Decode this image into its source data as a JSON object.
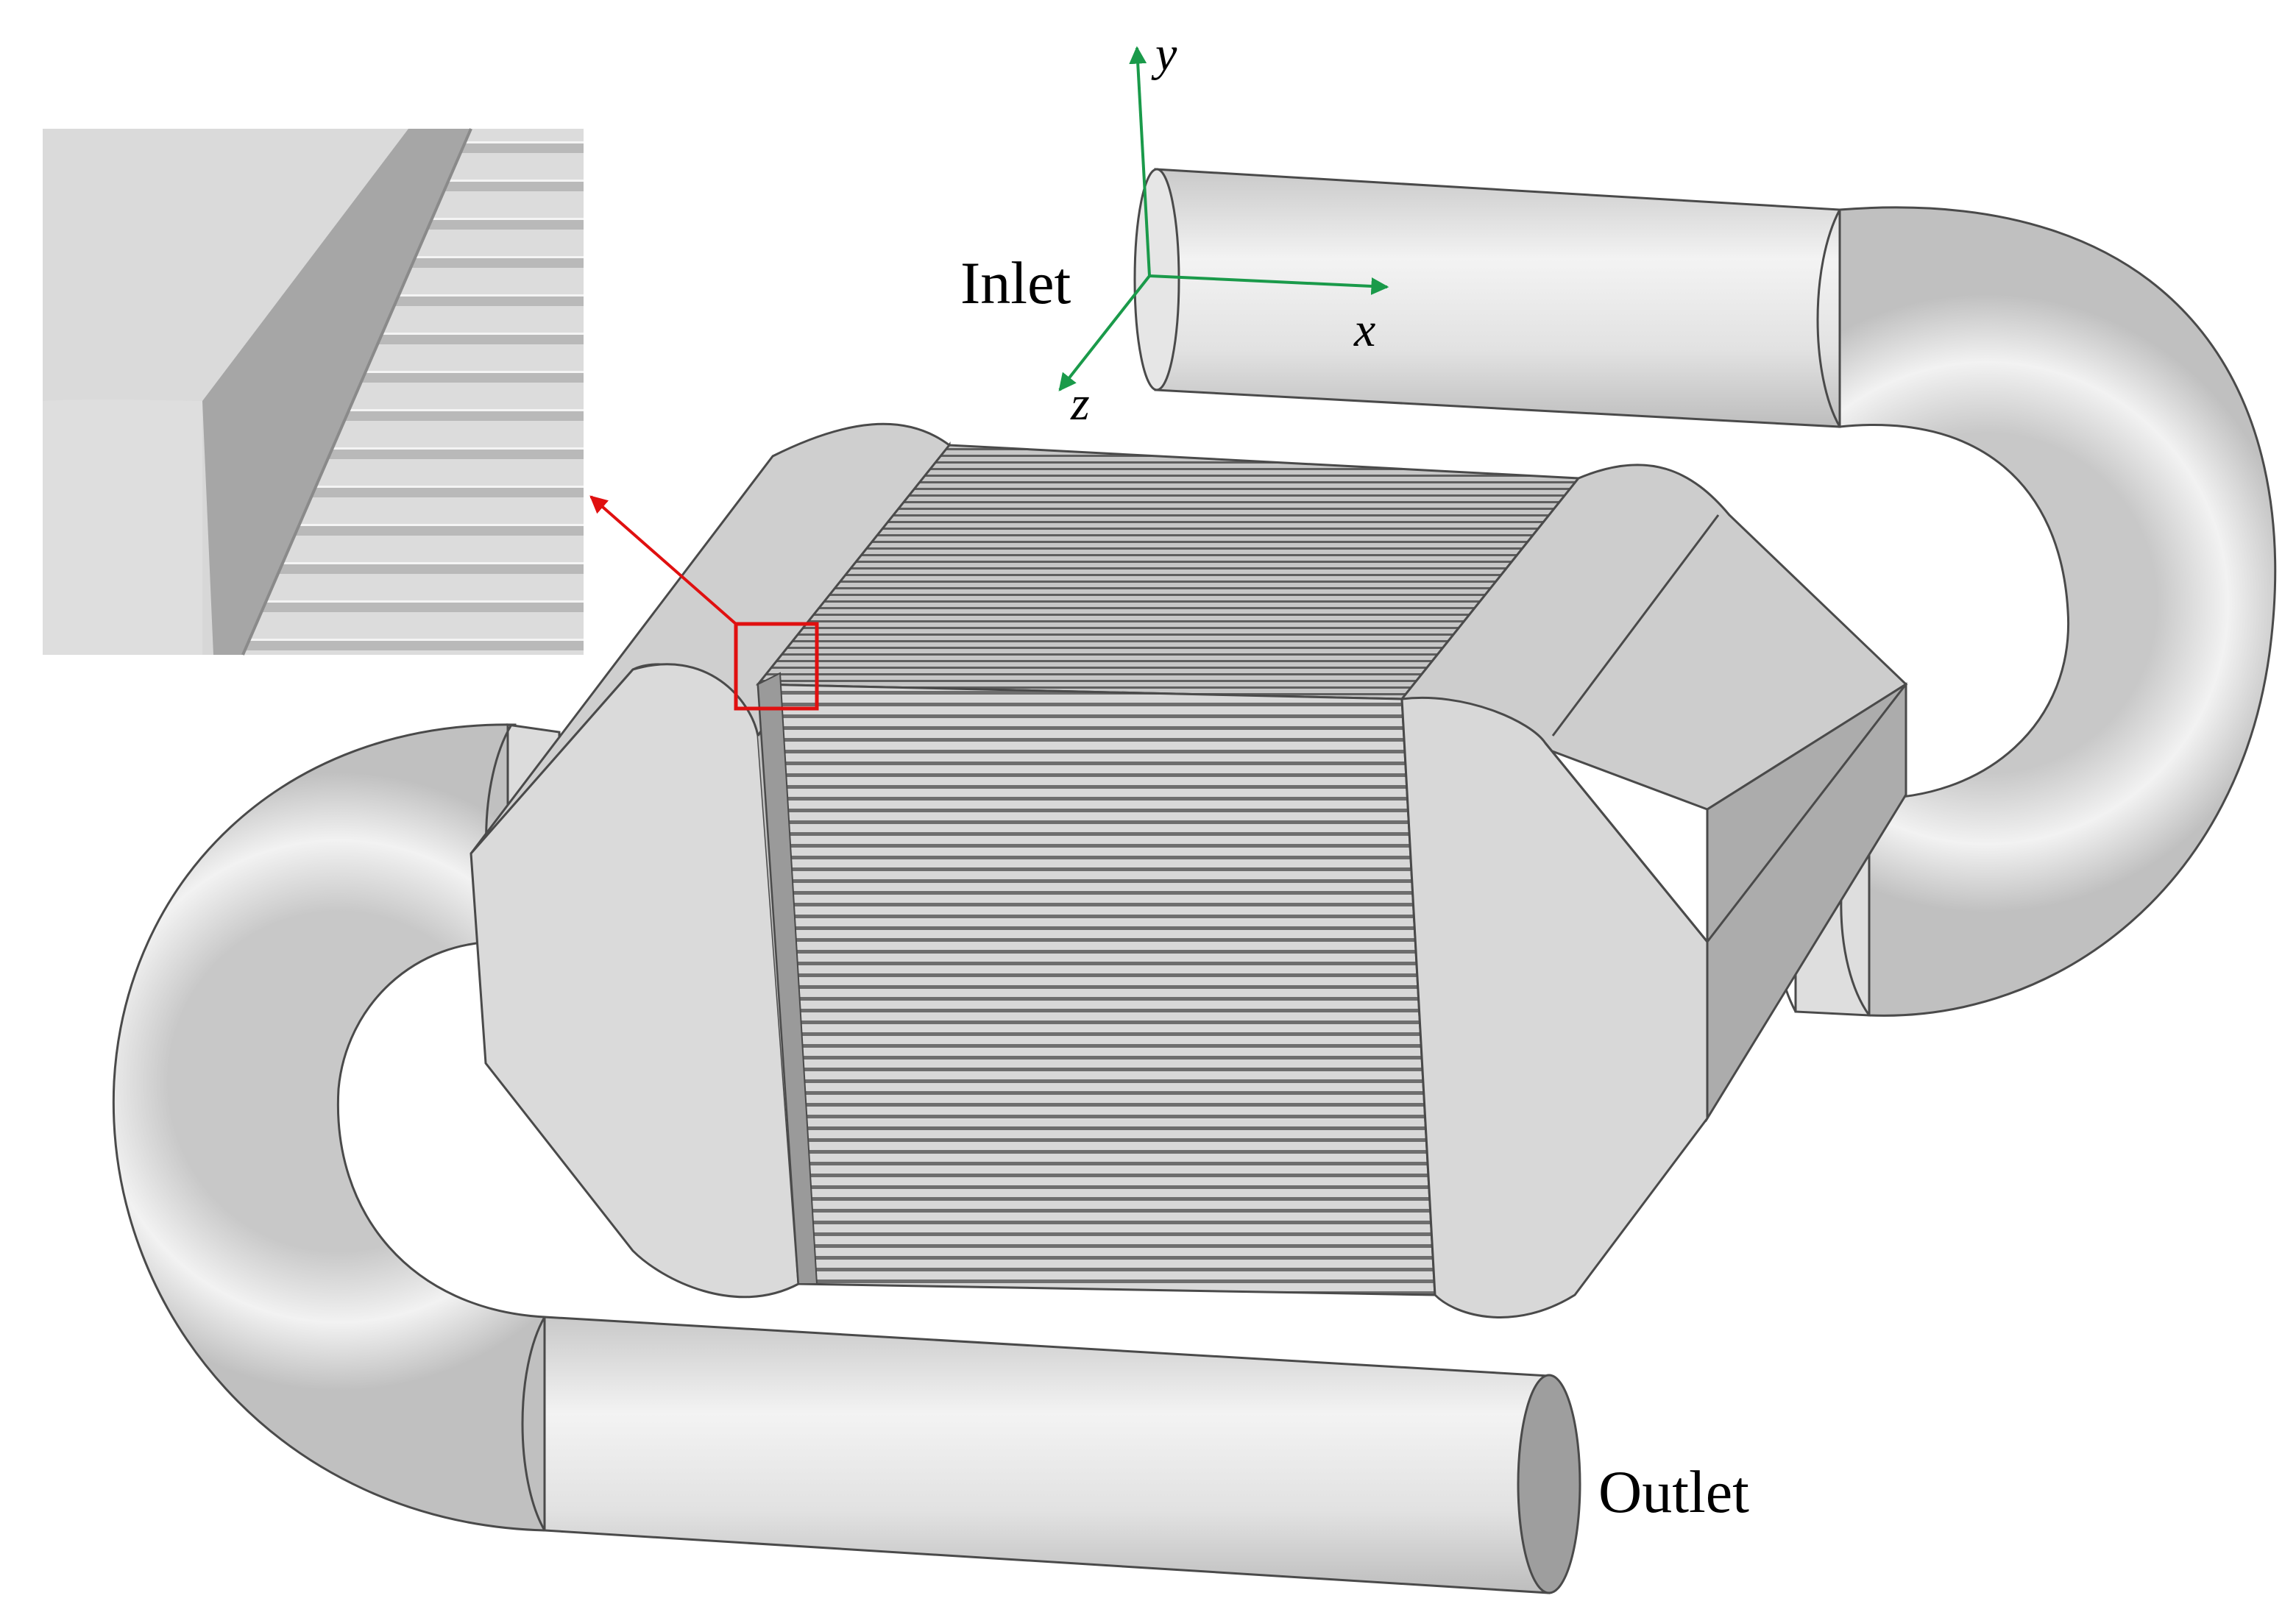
{
  "labels": {
    "inlet": "Inlet",
    "outlet": "Outlet"
  },
  "axes": {
    "x": "x",
    "y": "y",
    "z": "z"
  },
  "colors": {
    "axis": "#1a9a4a",
    "callout": "#e01010",
    "pipe_light": "#ececec",
    "pipe_mid": "#d6d6d6",
    "pipe_dark": "#b4b4b4",
    "housing": "#d2d2d2",
    "housing_dark": "#a8a8a8",
    "core_fin_light": "#d9d9d9",
    "core_fin_dark": "#6f6f6f",
    "outline": "#4a4a4a"
  },
  "icons": {
    "callout_arrow": "arrow-icon",
    "zoom_box": "zoom-region-box"
  }
}
